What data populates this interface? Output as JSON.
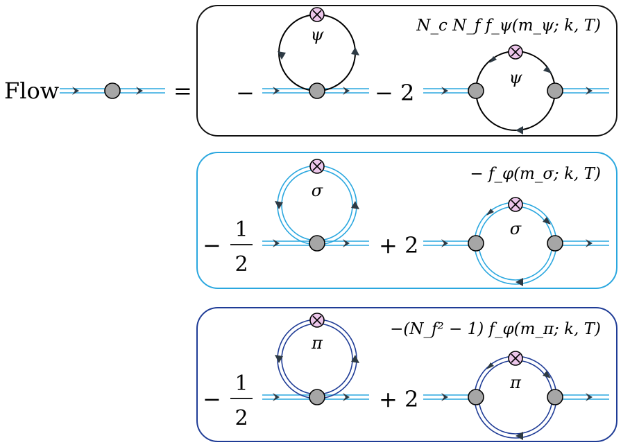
{
  "lhs": {
    "label": "Flow",
    "equals": "="
  },
  "colors": {
    "fermion": "#111111",
    "sigma": "#2aa7df",
    "pi": "#1f3c96",
    "vertex_fill": "#a6a6a6",
    "insertion_fill": "#ecc6ea",
    "arrow": "#2d3a44"
  },
  "panels": [
    {
      "id": "fermion",
      "coefficient": "N_c N_f f_ψ(m_ψ; k, T)",
      "tadpole": {
        "sign": "−",
        "label": "ψ"
      },
      "bubble": {
        "sign": "− 2",
        "label": "ψ"
      }
    },
    {
      "id": "sigma",
      "coefficient": "− f_φ(m_σ; k, T)",
      "tadpole": {
        "sign": "−",
        "frac_num": "1",
        "frac_den": "2",
        "label": "σ"
      },
      "bubble": {
        "sign": "+ 2",
        "label": "σ"
      }
    },
    {
      "id": "pion",
      "coefficient": "−(N_f² − 1) f_φ(m_π; k, T)",
      "tadpole": {
        "sign": "−",
        "frac_num": "1",
        "frac_den": "2",
        "label": "π"
      },
      "bubble": {
        "sign": "+ 2",
        "label": "π"
      }
    }
  ]
}
